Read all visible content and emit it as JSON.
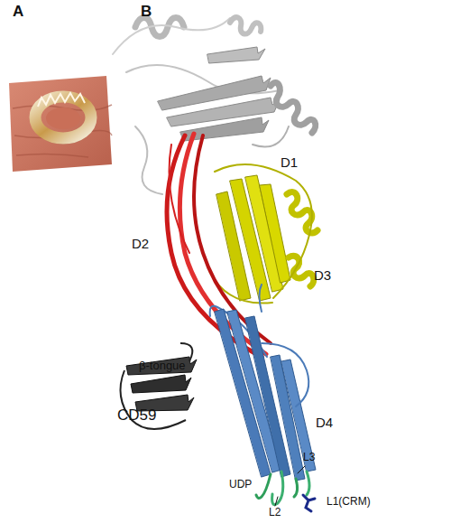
{
  "diagram": {
    "labels": [
      "A",
      "B",
      "D1",
      "D2",
      "D3",
      "β-tongue",
      "CD59",
      "D4",
      "L3",
      "UDP",
      "L2",
      "L1(CRM)"
    ]
  }
}
